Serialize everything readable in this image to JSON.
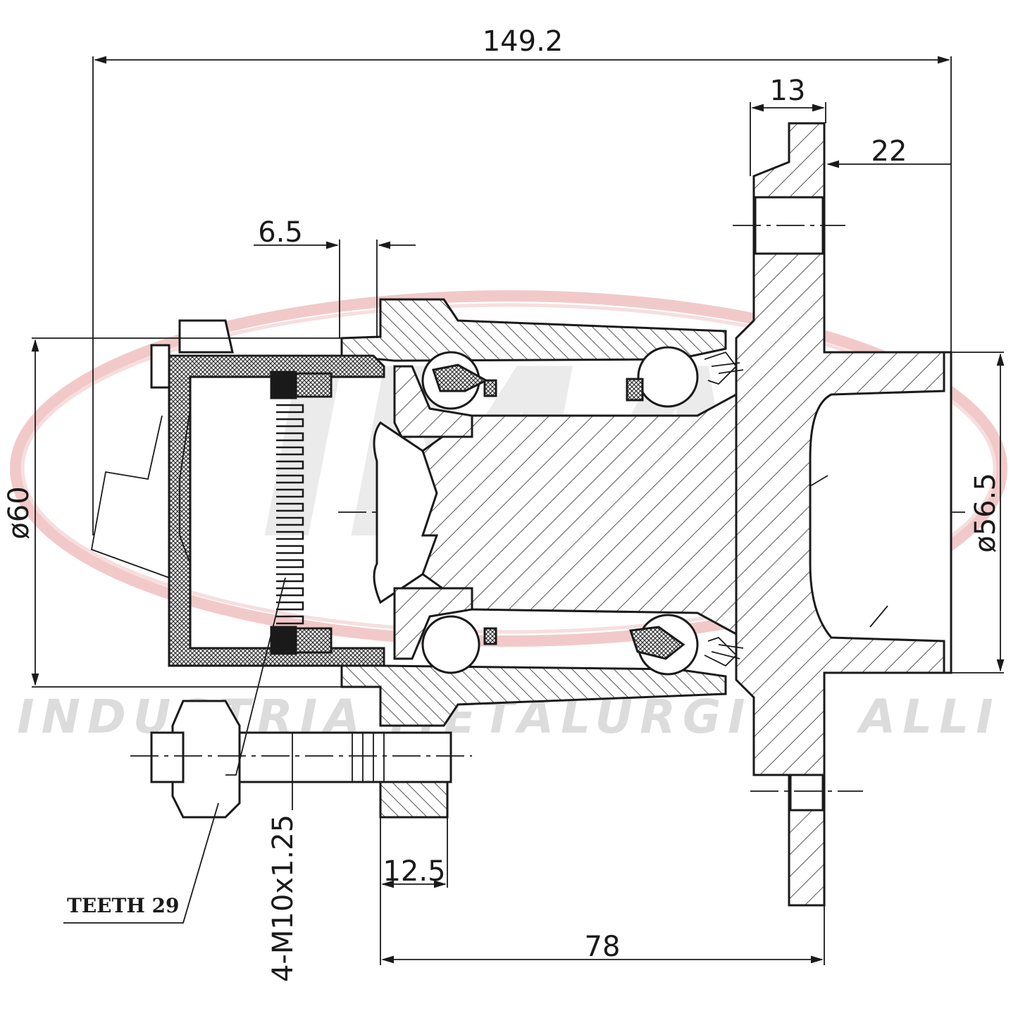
{
  "drawing": {
    "watermark": {
      "logo": "IMA",
      "company": "INDUSTRIA METALURGICA ALLI",
      "colors": {
        "ring": "#e8a3a3",
        "text": "#dcdcdc"
      }
    },
    "dimensions": {
      "overall_length": "149.2",
      "flange_thickness": "13",
      "flange_offset": "22",
      "sensor_gap": "6.5",
      "outer_diameter": "ø60",
      "pilot_diameter": "ø56.5",
      "stud_length": "12.5",
      "hub_length": "78"
    },
    "callouts": {
      "teeth": "TEETH 29",
      "studs": "4-M10x1.25"
    },
    "colors": {
      "line": "#1a1a1a",
      "hatch": "#555555",
      "rubber": "#222222"
    }
  }
}
